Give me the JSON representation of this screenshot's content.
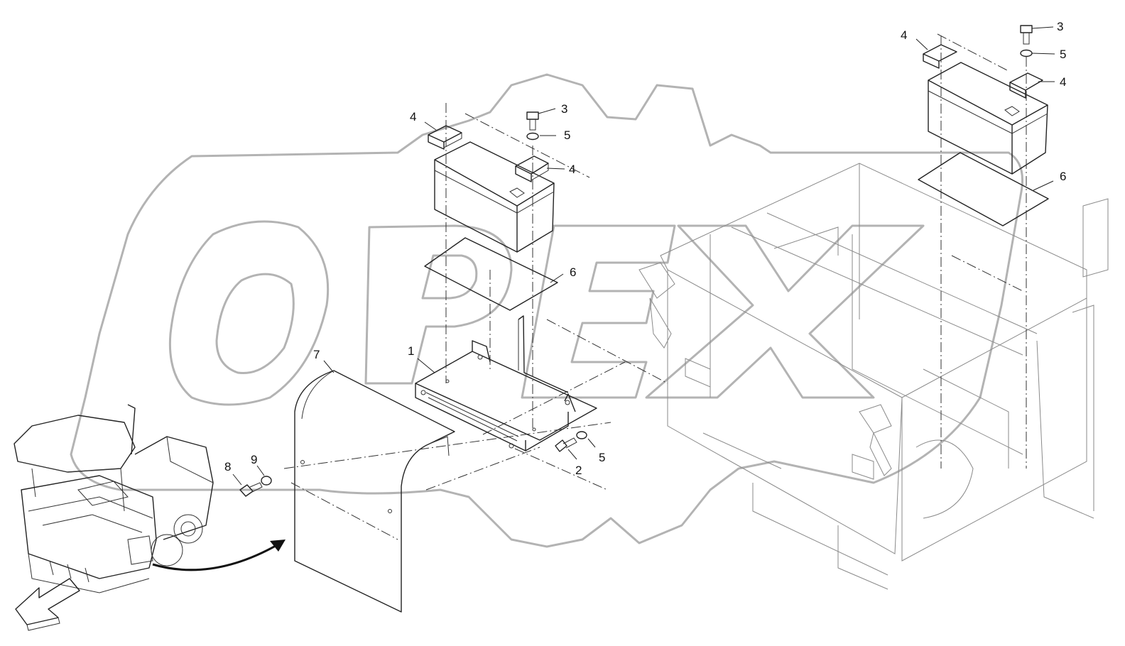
{
  "callouts": [
    {
      "text": "1"
    },
    {
      "text": "2"
    },
    {
      "text": "3"
    },
    {
      "text": "4"
    },
    {
      "text": "4"
    },
    {
      "text": "5"
    },
    {
      "text": "5"
    },
    {
      "text": "6"
    },
    {
      "text": "7"
    },
    {
      "text": "8"
    },
    {
      "text": "9"
    },
    {
      "text": "3"
    },
    {
      "text": "4"
    },
    {
      "text": "4"
    },
    {
      "text": "5"
    },
    {
      "text": "6"
    }
  ],
  "colors": {
    "line": "#222222",
    "watermark": "#b3b3b3",
    "frame": "#8a8a8a",
    "background": "#ffffff"
  },
  "icons": [
    "bolt-icon",
    "washer-icon",
    "arrow-icon",
    "gear-watermark-icon"
  ]
}
